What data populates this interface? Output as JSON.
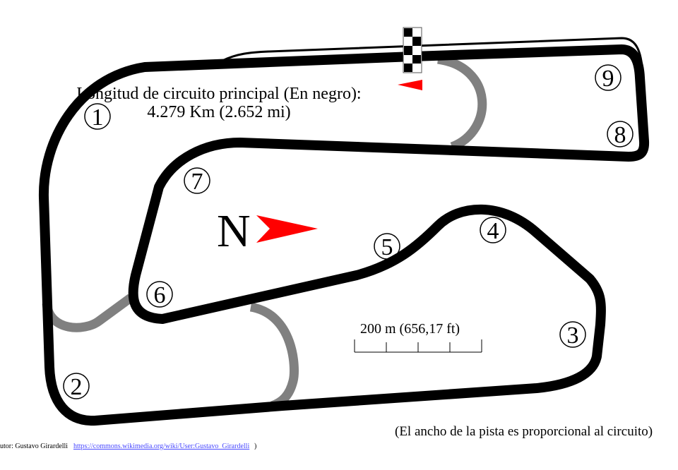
{
  "title": {
    "line1": "Longitud de circuito principal (En negro):",
    "line2": "4.279 Km (2.652 mi)"
  },
  "corners": [
    "1",
    "2",
    "3",
    "4",
    "5",
    "6",
    "7",
    "8",
    "9"
  ],
  "north_label": "N",
  "scale_label": "200 m (656,17 ft)",
  "note": "(El ancho de la pista es proporcional al circuito)",
  "credit": {
    "author": "utor: Gustavo Girardelli",
    "link": "https://commons.wikimedia.org/wiki/User:Gustavo_Girardelli",
    "closing": ")"
  },
  "colors": {
    "track": "#000000",
    "alt_track": "#808080",
    "arrow": "#ff0000"
  }
}
